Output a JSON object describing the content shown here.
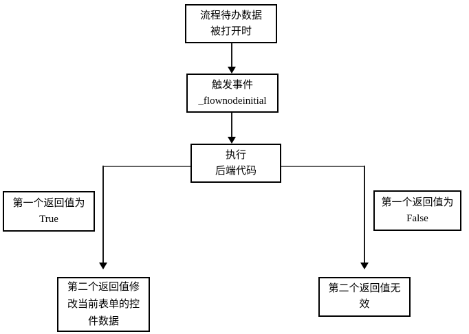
{
  "diagram": {
    "type": "flowchart",
    "colors": {
      "background": "#ffffff",
      "box_border": "#000000",
      "text": "#000000",
      "connector": "#1a1a1a"
    },
    "nodes": {
      "start": {
        "lines": [
          "流程待办数据",
          "被打开时"
        ]
      },
      "trigger": {
        "lines": [
          "触发事件",
          "_flownodeinitial"
        ]
      },
      "execute": {
        "lines": [
          "执行",
          "后端代码"
        ]
      },
      "branch_true": {
        "lines": [
          "第一个返回值为",
          "True"
        ]
      },
      "branch_false": {
        "lines": [
          "第一个返回值为",
          "False"
        ]
      },
      "result_modify": {
        "lines": [
          "第二个返回值修",
          "改当前表单的控",
          "件数据"
        ]
      },
      "result_invalid": {
        "lines": [
          "第二个返回值无",
          "效"
        ]
      }
    },
    "edges": [
      {
        "from": "start",
        "to": "trigger",
        "label": ""
      },
      {
        "from": "trigger",
        "to": "execute",
        "label": ""
      },
      {
        "from": "execute",
        "to": "result_modify",
        "label": "第一个返回值为 True"
      },
      {
        "from": "execute",
        "to": "result_invalid",
        "label": "第一个返回值为 False"
      }
    ]
  }
}
